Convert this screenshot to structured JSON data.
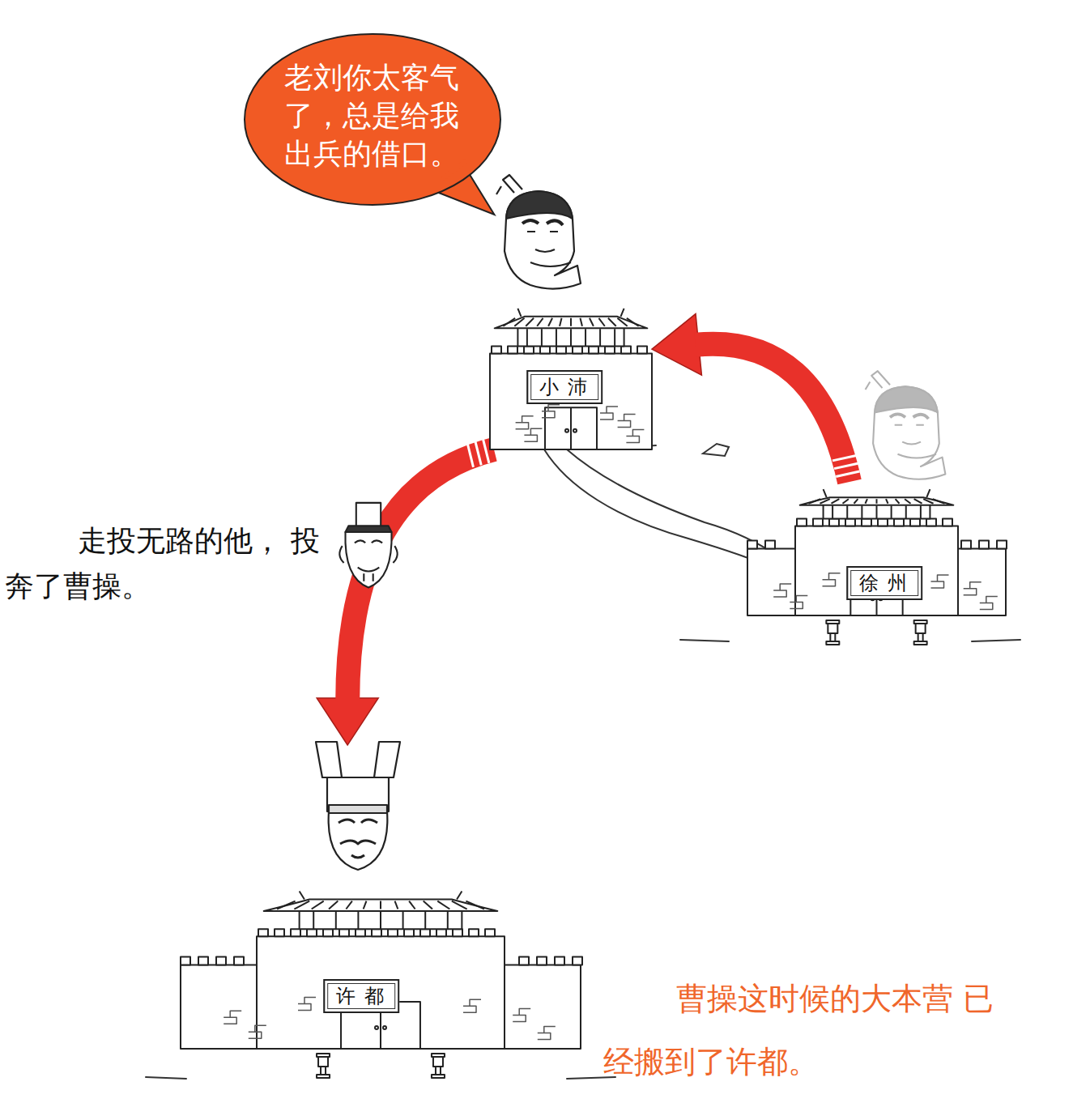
{
  "diagram": {
    "nodes": [
      {
        "text": [
          "老刘你太客气了，总是给我出兵的借口。"
        ]
      },
      {
        "text": [
          "小沛"
        ]
      },
      {
        "text": [
          "徐州"
        ]
      },
      {
        "text": [
          "许都"
        ]
      }
    ],
    "edges": [
      {
        "from": 2,
        "to": 1,
        "arrow": "to"
      },
      {
        "from": 1,
        "to": 3,
        "arrow": "to"
      }
    ],
    "labels": [
      "走投无路的他， 投奔了曹操。",
      "曹操这时候的大本营 已经搬到了许都。"
    ]
  }
}
